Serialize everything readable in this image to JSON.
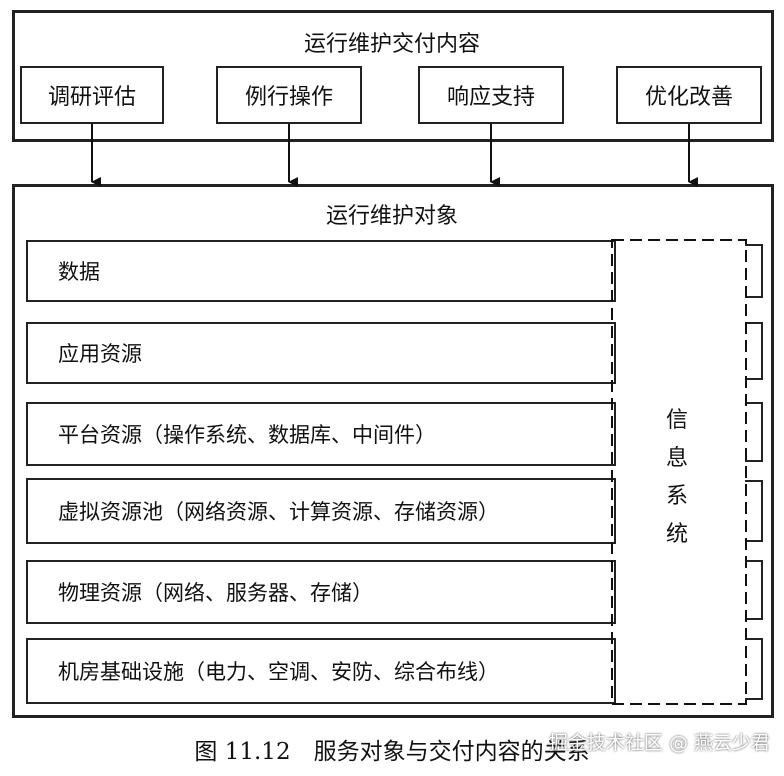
{
  "top": {
    "title": "运行维护交付内容",
    "items": [
      "调研评估",
      "例行操作",
      "响应支持",
      "优化改善"
    ]
  },
  "bottom": {
    "title": "运行维护对象",
    "layers": [
      "数据",
      "应用资源",
      "平台资源（操作系统、数据库、中间件）",
      "虚拟资源池（网络资源、计算资源、存储资源）",
      "物理资源（网络、服务器、存储）",
      "机房基础设施（电力、空调、安防、综合布线）"
    ],
    "side": [
      "信",
      "息",
      "系",
      "统"
    ]
  },
  "caption": "图 11.12　服务对象与交付内容的关系",
  "watermark": "掘金技术社区 @ 燕云少君"
}
